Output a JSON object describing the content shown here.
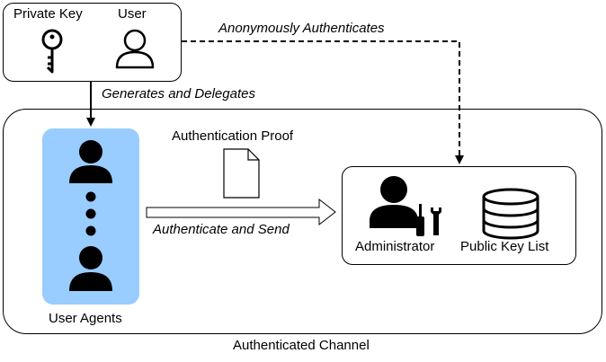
{
  "user_box": {
    "private_key_label": "Private Key",
    "user_label": "User"
  },
  "edges": {
    "anonymously_authenticates": "Anonymously Authenticates",
    "generates_and_delegates": "Generates and Delegates",
    "authenticate_and_send": "Authenticate and Send"
  },
  "channel": {
    "label": "Authenticated Channel",
    "user_agents_label": "User Agents",
    "authentication_proof_label": "Authentication Proof"
  },
  "server_box": {
    "administrator_label": "Administrator",
    "public_key_list_label": "Public Key List"
  },
  "colors": {
    "user_agents_fill": "#99ccff",
    "stroke": "#000000"
  },
  "icons": [
    "key-icon",
    "user-icon",
    "person-icon",
    "document-icon",
    "admin-icon",
    "wrench-screwdriver-icon",
    "database-icon"
  ]
}
